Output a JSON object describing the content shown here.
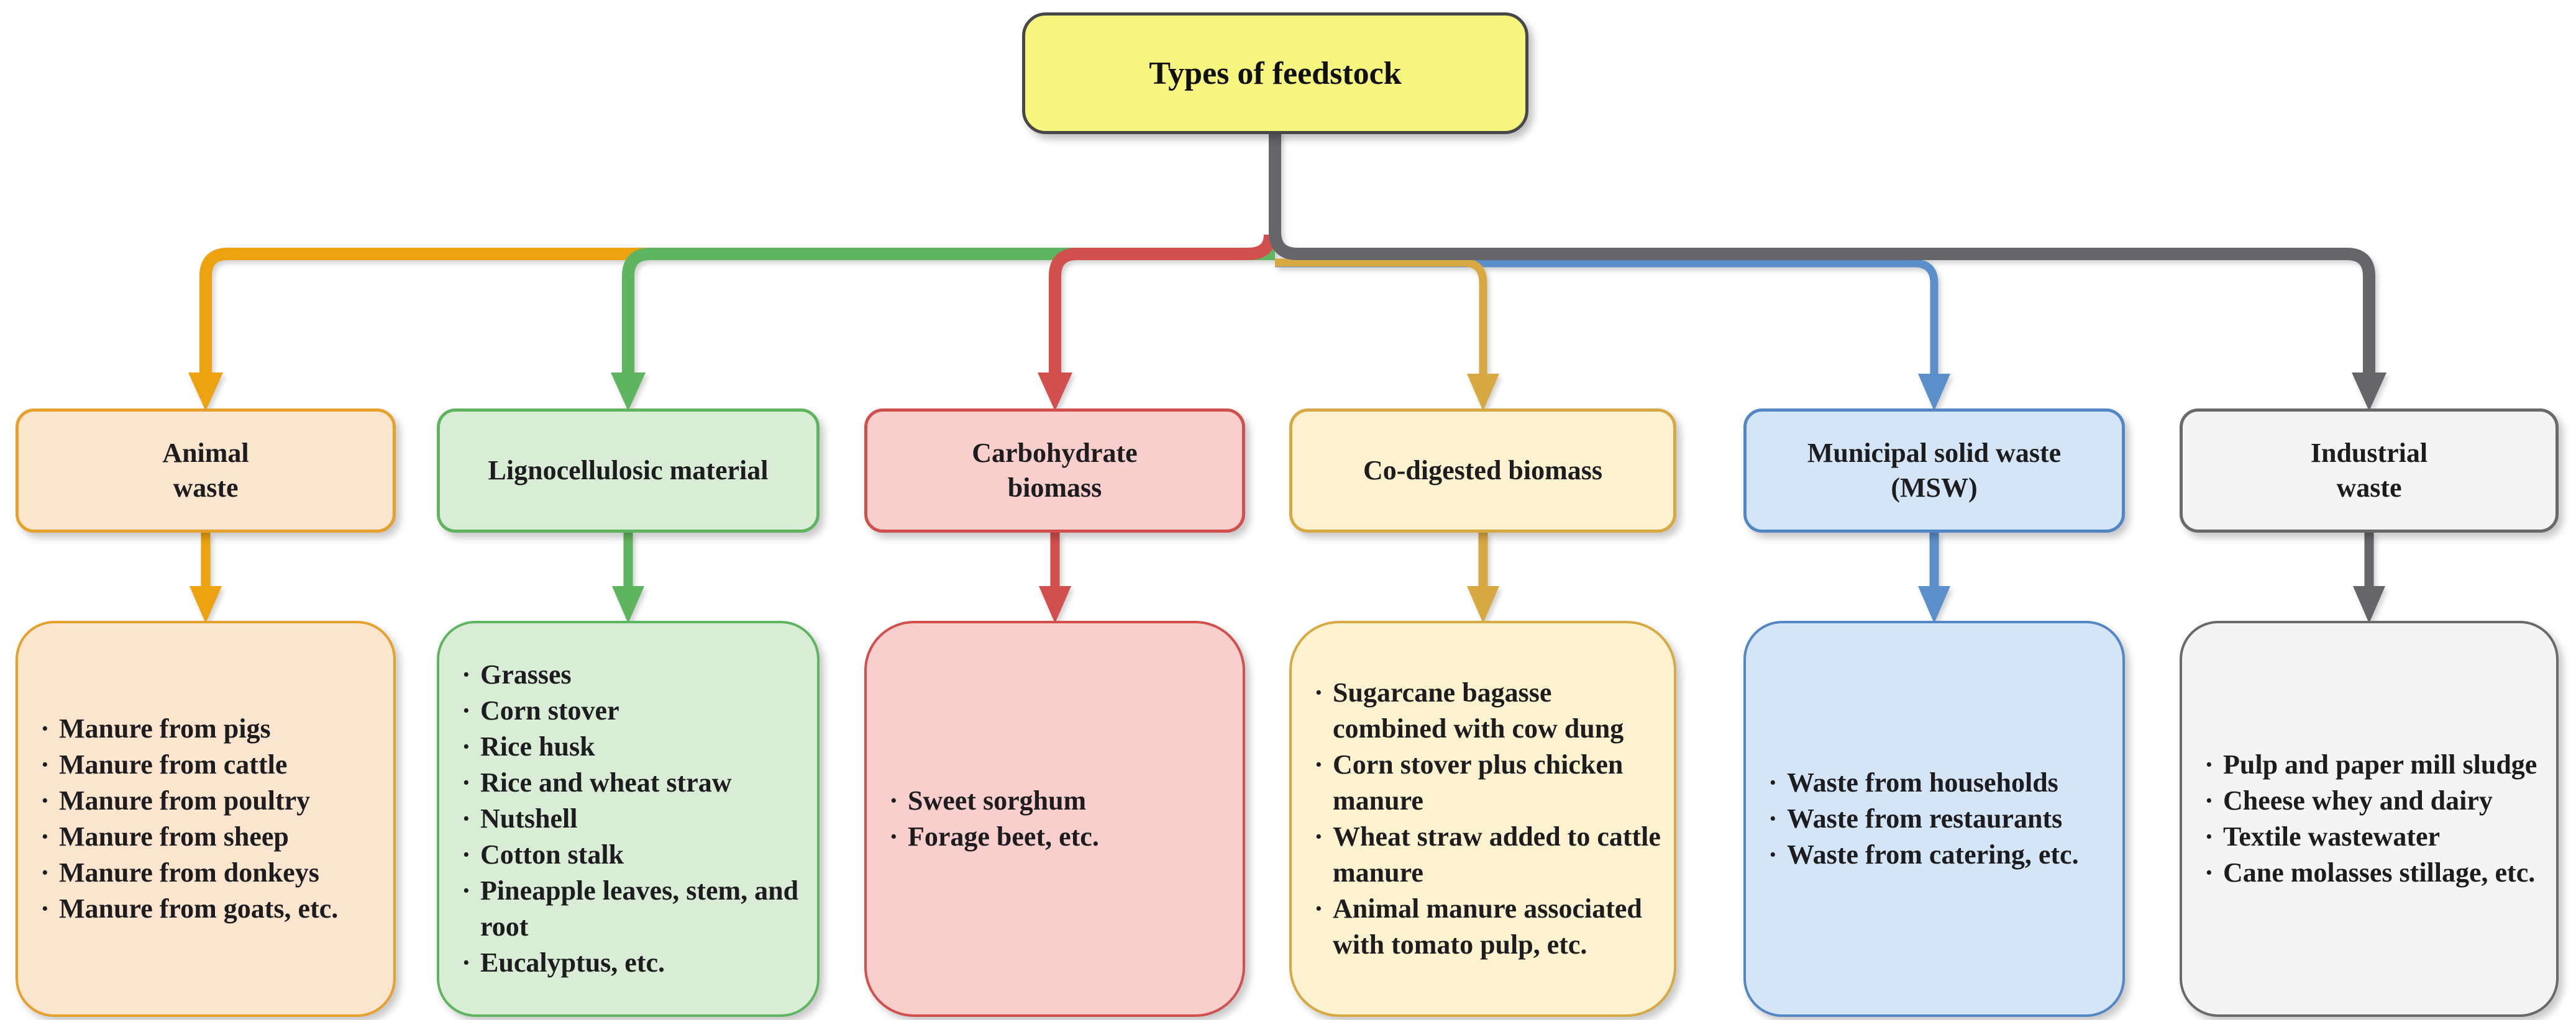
{
  "title": "Types of feedstock",
  "title_colors": {
    "fill": "#F6F57E",
    "border": "#48484A"
  },
  "trunk_color": "#66666A",
  "bullet": "·",
  "branches": [
    {
      "name": "Animal waste",
      "label_lines": [
        "Animal",
        "waste"
      ],
      "fill": "#FBE5CE",
      "border": "#E6A02C",
      "arrow": "#EDA212",
      "items": [
        "Manure from pigs",
        "Manure from cattle",
        "Manure from poultry",
        "Manure from sheep",
        "Manure from donkeys",
        "Manure from goats, etc."
      ]
    },
    {
      "name": "Lignocellulosic material",
      "label_lines": [
        "Lignocellulosic material"
      ],
      "fill": "#D9ECD5",
      "border": "#5FB55F",
      "arrow": "#5FB55F",
      "items": [
        "Grasses",
        "Corn stover",
        "Rice husk",
        "Rice and wheat straw",
        "Nutshell",
        "Cotton stalk",
        "Pineapple leaves, stem, and root",
        "Eucalyptus, etc."
      ]
    },
    {
      "name": "Carbohydrate biomass",
      "label_lines": [
        "Carbohydrate",
        "biomass"
      ],
      "fill": "#F9CFCE",
      "border": "#D14F4C",
      "arrow": "#D14F4C",
      "items": [
        "Sweet sorghum",
        "Forage beet, etc."
      ]
    },
    {
      "name": "Co-digested biomass",
      "label_lines": [
        "Co-digested biomass"
      ],
      "fill": "#FCF2D0",
      "border": "#D8A943",
      "arrow": "#D8A943",
      "items": [
        "Sugarcane bagasse combined with cow dung",
        "Corn stover plus chicken manure",
        "Wheat straw added to cattle manure",
        "Animal manure associated with tomato pulp, etc."
      ]
    },
    {
      "name": "Municipal solid waste (MSW)",
      "label_lines": [
        "Municipal solid waste",
        "(MSW)"
      ],
      "fill": "#D4E5F7",
      "border": "#5286C5",
      "arrow": "#5B8FC9",
      "items": [
        "Waste from households",
        "Waste from restaurants",
        "Waste from catering, etc."
      ]
    },
    {
      "name": "Industrial waste",
      "label_lines": [
        "Industrial",
        "waste"
      ],
      "fill": "#F4F4F5",
      "border": "#69696B",
      "arrow": "#66666A",
      "items": [
        "Pulp and paper mill sludge",
        "Cheese whey and dairy",
        "Textile wastewater",
        "Cane molasses stillage, etc."
      ]
    }
  ]
}
